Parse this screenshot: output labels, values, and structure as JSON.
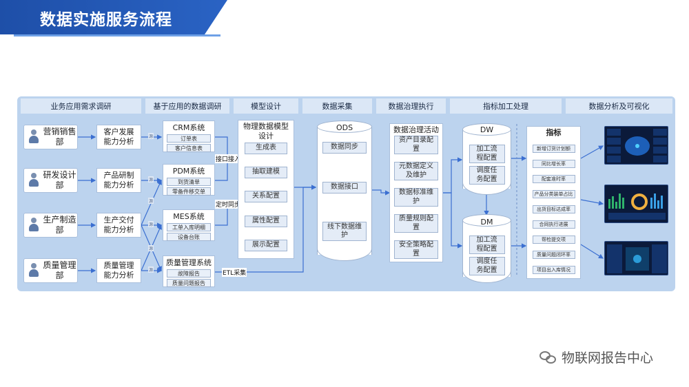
{
  "title": "数据实施服务流程",
  "headers": [
    "业务应用需求调研",
    "基于应用的数据调研",
    "模型设计",
    "数据采集",
    "数据治理执行",
    "指标加工处理",
    "数据分析及可视化"
  ],
  "departments": [
    "营销销售部",
    "研发设计部",
    "生产制造部",
    "质量管理部"
  ],
  "capabilities": [
    "客户发展\n能力分析",
    "产品研制\n能力分析",
    "生产交付\n能力分析",
    "质量管理\n能力分析"
  ],
  "source_tag": "源",
  "systems": [
    {
      "name": "CRM系统",
      "items": [
        "订单表",
        "客户信息表"
      ]
    },
    {
      "name": "PDM系统",
      "items": [
        "到货清单",
        "零备件移交单"
      ]
    },
    {
      "name": "MES系统",
      "items": [
        "工单入库明细",
        "设备台账"
      ]
    },
    {
      "name": "质量管理系统",
      "items": [
        "故障报告",
        "质量问题报告"
      ]
    }
  ],
  "connectors": [
    "接口接入",
    "定时同步",
    "ETL采集"
  ],
  "model": {
    "title": "物理数据模型\n设计",
    "items": [
      "生成表",
      "抽取建模",
      "关系配置",
      "属性配置",
      "展示配置"
    ]
  },
  "ods": {
    "title": "ODS",
    "items": [
      "数据同步",
      "数据接口",
      "线下数据维\n护"
    ]
  },
  "governance": {
    "title": "数据治理活动",
    "items": [
      "资产目录配\n置",
      "元数据定义\n及维护",
      "数据标准维\n护",
      "质量规则配\n置",
      "安全策略配\n置"
    ]
  },
  "dw": {
    "title": "DW",
    "items": [
      "加工流\n程配置",
      "调度任\n务配置"
    ]
  },
  "dm": {
    "title": "DM",
    "items": [
      "加工流\n程配置",
      "调度任\n务配置"
    ]
  },
  "indicators": {
    "title": "指标",
    "items": [
      "新增订货计划额",
      "同比增长率",
      "配套准时率",
      "产品分类装单占比",
      "出货目标达成率",
      "合同执行进展",
      "帮检提交项",
      "质量问题闭环率",
      "项目出入库情况"
    ]
  },
  "watermark": "物联网报告中心",
  "colors": {
    "banner": "#1e4fa8",
    "board": "#bcd3ee",
    "header": "#dbe7f6",
    "line": "#3b6fd1"
  }
}
